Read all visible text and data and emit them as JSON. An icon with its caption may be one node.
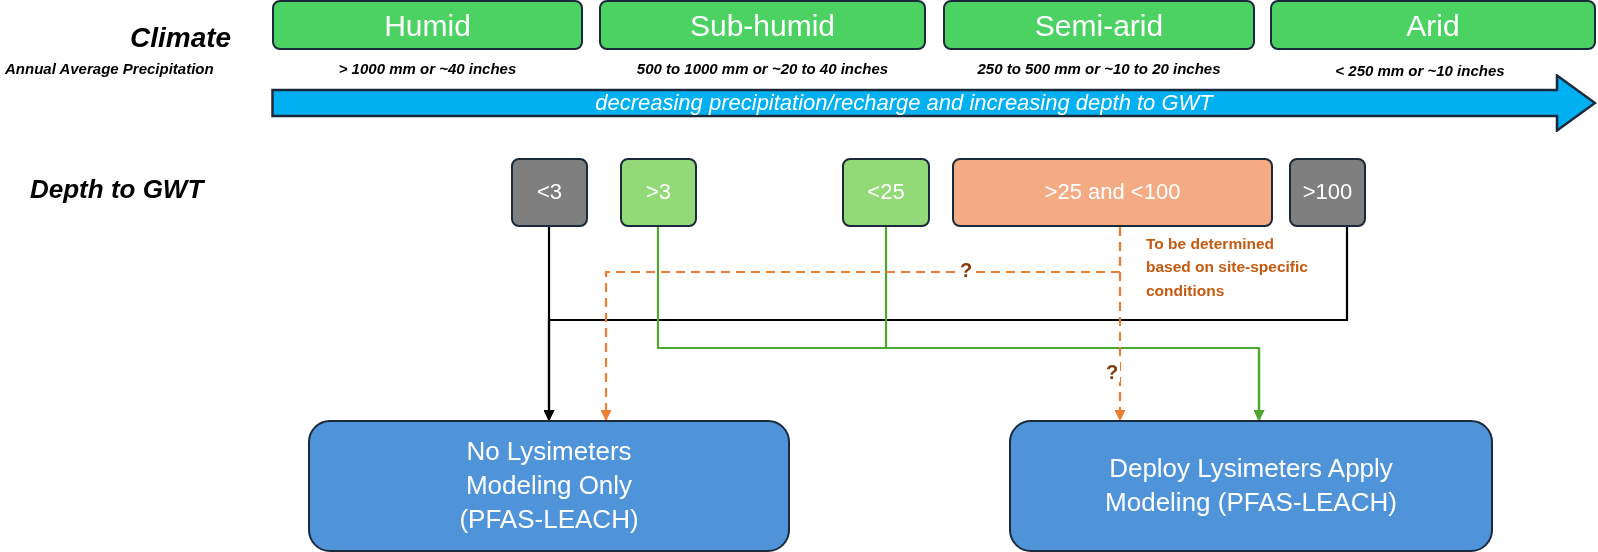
{
  "diagram": {
    "nodes": [
      {
        "text": [
          "Humid"
        ]
      },
      {
        "text": [
          "Sub-humid"
        ]
      },
      {
        "text": [
          "Semi-arid"
        ]
      },
      {
        "text": [
          "Arid"
        ]
      },
      {
        "text": [
          "decreasing precipitation/recharge and increasing depth to GWT"
        ]
      },
      {
        "text": [
          "<3"
        ]
      },
      {
        "text": [
          ">3"
        ]
      },
      {
        "text": [
          "<25"
        ]
      },
      {
        "text": [
          ">25 and <100"
        ],
        "beside": [
          "To be determined based on site-specific conditions"
        ]
      },
      {
        "text": [
          ">100"
        ]
      },
      {
        "text": [
          "No Lysimeters Modeling Only (PFAS-LEACH)"
        ]
      },
      {
        "text": [
          "Deploy Lysimeters Apply Modeling  (PFAS-LEACH)"
        ]
      }
    ],
    "edges": [
      {
        "from": 5,
        "to": 10,
        "arrow": "to",
        "color": "#000000"
      },
      {
        "from": 9,
        "to": 10,
        "arrow": "to",
        "color": "#000000"
      },
      {
        "from": 6,
        "to": 11,
        "arrow": "to",
        "color": "#4ea72e"
      },
      {
        "from": 7,
        "to": 11,
        "arrow": "to",
        "color": "#4ea72e"
      },
      {
        "from": 8,
        "to": 10,
        "arrow": "to",
        "label": "?",
        "style": "dashed",
        "color": "#ed7d31"
      },
      {
        "from": 8,
        "to": 11,
        "arrow": "to",
        "label": "?",
        "style": "dashed",
        "color": "#ed7d31"
      }
    ],
    "labels": [
      "Climate",
      "Annual Average Precipitation",
      "> 1000 mm or ~40 inches",
      "500 to 1000 mm or ~20 to 40 inches",
      "250 to 500 mm or ~10 to 20 inches",
      "< 250 mm or ~10 inches",
      "Depth to GWT"
    ]
  }
}
